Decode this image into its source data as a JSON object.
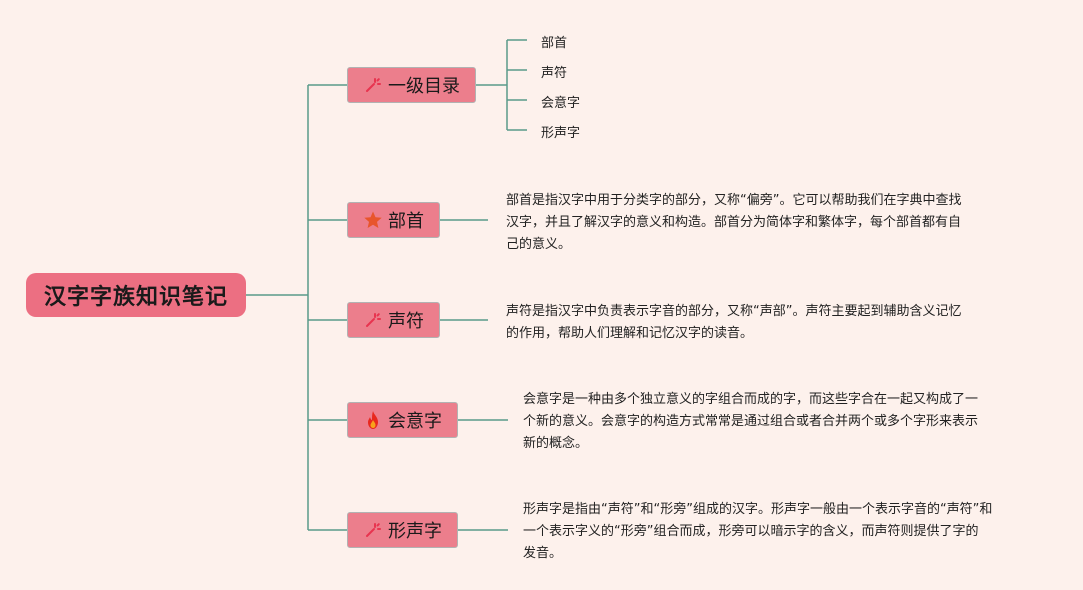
{
  "root": {
    "title": "汉字字族知识笔记"
  },
  "branches": [
    {
      "label": "一级目录",
      "icon": "sparkle-icon",
      "leaves": [
        "部首",
        "声符",
        "会意字",
        "形声字"
      ]
    },
    {
      "label": "部首",
      "icon": "star-icon",
      "description": [
        "部首是指汉字中用于分类字的部分，又称“偏旁”。它可以帮助我们在字典中查找",
        "汉字，并且了解汉字的意义和构造。部首分为简体字和繁体字，每个部首都有自",
        "己的意义。"
      ]
    },
    {
      "label": "声符",
      "icon": "sparkle-icon",
      "description": [
        "声符是指汉字中负责表示字音的部分，又称“声部”。声符主要起到辅助含义记忆",
        "的作用，帮助人们理解和记忆汉字的读音。"
      ]
    },
    {
      "label": "会意字",
      "icon": "fire-icon",
      "description": [
        "会意字是一种由多个独立意义的字组合而成的字，而这些字合在一起又构成了一",
        "个新的意义。会意字的构造方式常常是通过组合或者合并两个或多个字形来表示",
        "新的概念。"
      ]
    },
    {
      "label": "形声字",
      "icon": "sparkle-icon",
      "description": [
        "形声字是指由“声符”和“形旁”组成的汉字。形声字一般由一个表示字音的“声符”和",
        "一个表示字义的“形旁”组合而成，形旁可以暗示字的含义，而声符则提供了字的",
        "发音。"
      ]
    }
  ],
  "colors": {
    "node": "#ec7e8c",
    "root": "#ec6f82",
    "line": "#5a9a8a",
    "background": "#fdf1ec"
  }
}
